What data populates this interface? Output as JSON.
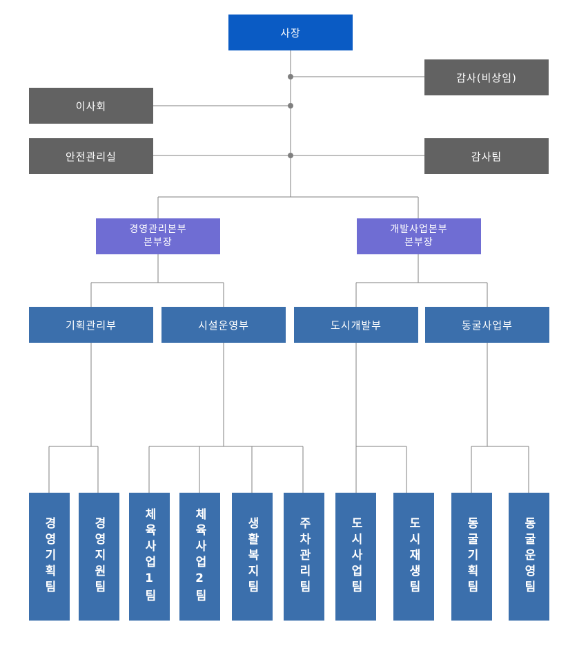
{
  "colors": {
    "ceo": "#0a5bc4",
    "staff": "#626262",
    "headquarters": "#6f6dd3",
    "department": "#3b6fac",
    "connector": "#7f7f7f"
  },
  "org": {
    "ceo": "사장",
    "auditor": "감사(비상임)",
    "board": "이사회",
    "safety_office": "안전관리실",
    "audit_team": "감사팀",
    "headquarters": [
      {
        "label": "경영관리본부\n본부장"
      },
      {
        "label": "개발사업본부\n본부장"
      }
    ],
    "departments": [
      {
        "label": "기획관리부"
      },
      {
        "label": "시설운영부"
      },
      {
        "label": "도시개발부"
      },
      {
        "label": "동굴사업부"
      }
    ],
    "teams": [
      {
        "label": "경영기획팀"
      },
      {
        "label": "경영지원팀"
      },
      {
        "label": "체육사업1팀"
      },
      {
        "label": "체육사업2팀"
      },
      {
        "label": "생활복지팀"
      },
      {
        "label": "주차관리팀"
      },
      {
        "label": "도시사업팀"
      },
      {
        "label": "도시재생팀"
      },
      {
        "label": "동굴기획팀"
      },
      {
        "label": "동굴운영팀"
      }
    ]
  }
}
